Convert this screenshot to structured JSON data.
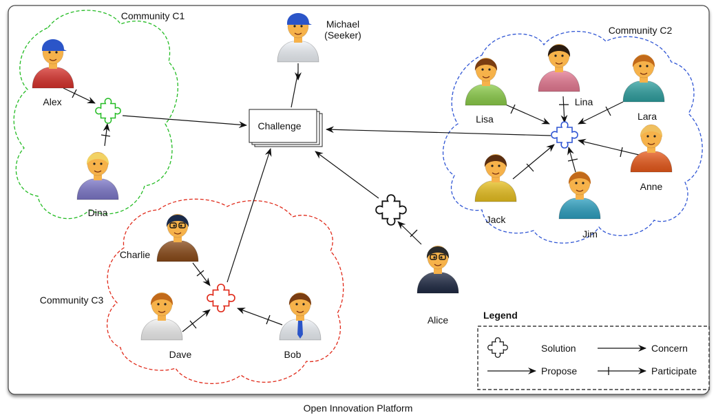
{
  "caption": "Open Innovation Platform",
  "challenge": "Challenge",
  "communities": {
    "c1": "Community C1",
    "c2": "Community C2",
    "c3": "Community C3"
  },
  "people": {
    "michael": [
      "Michael",
      "(Seeker)"
    ],
    "alex": "Alex",
    "dina": "Dina",
    "lisa": "Lisa",
    "lina": "Lina",
    "lara": "Lara",
    "anne": "Anne",
    "jack": "Jack",
    "jim": "Jim",
    "charlie": "Charlie",
    "dave": "Dave",
    "bob": "Bob",
    "alice": "Alice"
  },
  "legend": {
    "title": "Legend",
    "solution": "Solution",
    "concern": "Concern",
    "propose": "Propose",
    "participate": "Participate"
  },
  "colors": {
    "c1": "#22bb22",
    "c2": "#2f55d4",
    "c3": "#e02a1a",
    "skin": "#f6b24a",
    "hair_brown": "#7a3d12"
  }
}
